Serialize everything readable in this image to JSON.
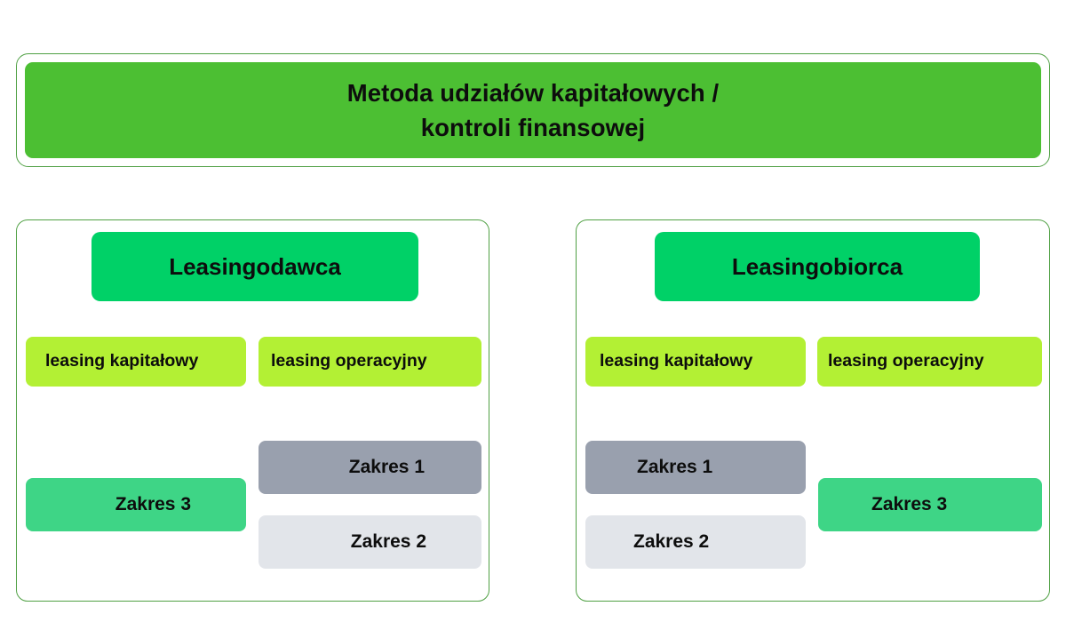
{
  "header": {
    "title": "Metoda udziałów kapitałowych /\nkontroli finansowej",
    "fill_color": "#4cbf33",
    "border_color": "#4fa043"
  },
  "colors": {
    "panel_border": "#4fa043",
    "role_chip": "#00d167",
    "lease_chip": "#b3f034",
    "zakres1_gray": "#99a0ae",
    "zakres2_light": "#e2e5ea",
    "zakres3_green": "#3ed586",
    "text": "#0d0d0d",
    "background": "#ffffff"
  },
  "panels": [
    {
      "id": "lessor",
      "role": "Leasingodawca",
      "lease_types": [
        {
          "label": "leasing kapitałowy"
        },
        {
          "label": "leasing operacyjny"
        }
      ],
      "scopes": [
        {
          "label": "Zakres 1",
          "color": "#99a0ae"
        },
        {
          "label": "Zakres 2",
          "color": "#e2e5ea"
        },
        {
          "label": "Zakres 3",
          "color": "#3ed586"
        }
      ]
    },
    {
      "id": "lessee",
      "role": "Leasingobiorca",
      "lease_types": [
        {
          "label": "leasing kapitałowy"
        },
        {
          "label": "leasing operacyjny"
        }
      ],
      "scopes": [
        {
          "label": "Zakres 1",
          "color": "#99a0ae"
        },
        {
          "label": "Zakres 2",
          "color": "#e2e5ea"
        },
        {
          "label": "Zakres 3",
          "color": "#3ed586"
        }
      ]
    }
  ]
}
